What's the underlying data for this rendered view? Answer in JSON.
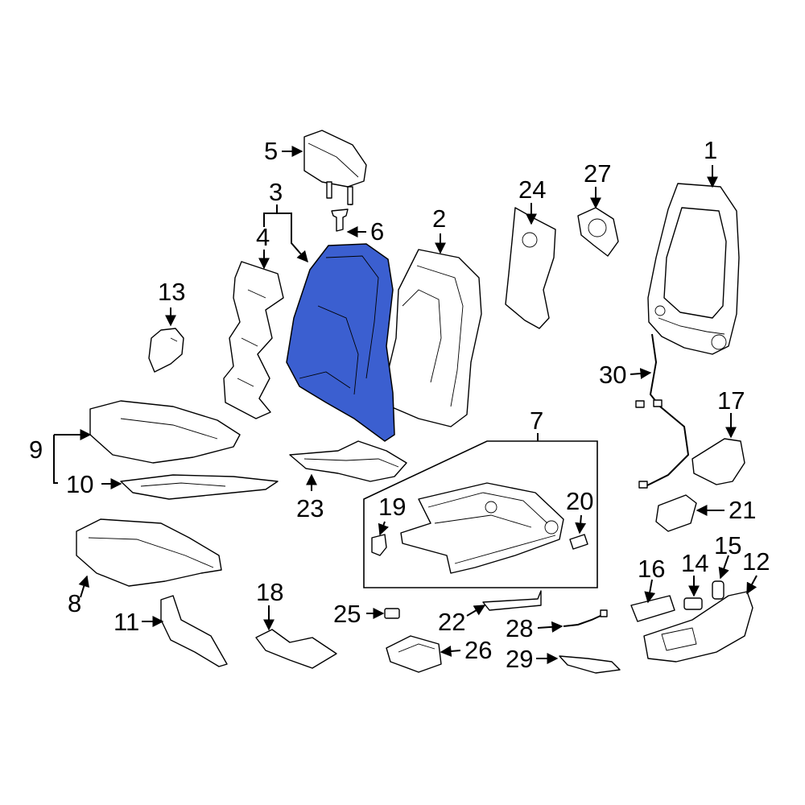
{
  "diagram": {
    "highlight_color": "#3b5fd0",
    "highlighted_part": "3",
    "callouts": [
      {
        "id": "1",
        "text": "1"
      },
      {
        "id": "2",
        "text": "2"
      },
      {
        "id": "3",
        "text": "3"
      },
      {
        "id": "4",
        "text": "4"
      },
      {
        "id": "5",
        "text": "5"
      },
      {
        "id": "6",
        "text": "6"
      },
      {
        "id": "7",
        "text": "7"
      },
      {
        "id": "8",
        "text": "8"
      },
      {
        "id": "9",
        "text": "9"
      },
      {
        "id": "10",
        "text": "10"
      },
      {
        "id": "11",
        "text": "11"
      },
      {
        "id": "12",
        "text": "12"
      },
      {
        "id": "13",
        "text": "13"
      },
      {
        "id": "14",
        "text": "14"
      },
      {
        "id": "15",
        "text": "15"
      },
      {
        "id": "16",
        "text": "16"
      },
      {
        "id": "17",
        "text": "17"
      },
      {
        "id": "18",
        "text": "18"
      },
      {
        "id": "19",
        "text": "19"
      },
      {
        "id": "20",
        "text": "20"
      },
      {
        "id": "21",
        "text": "21"
      },
      {
        "id": "22",
        "text": "22"
      },
      {
        "id": "23",
        "text": "23"
      },
      {
        "id": "24",
        "text": "24"
      },
      {
        "id": "25",
        "text": "25"
      },
      {
        "id": "26",
        "text": "26"
      },
      {
        "id": "27",
        "text": "27"
      },
      {
        "id": "28",
        "text": "28"
      },
      {
        "id": "29",
        "text": "29"
      },
      {
        "id": "30",
        "text": "30"
      }
    ]
  }
}
